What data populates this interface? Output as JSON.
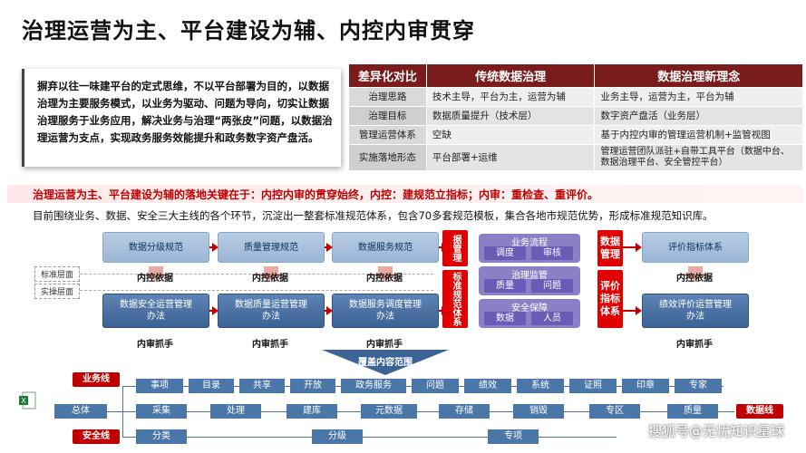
{
  "title": "治理运营为主、平台建设为辅、内控内审贯穿",
  "intro": "摒弃以往一味建平台的定式思维，不以平台部署为目的，以数据治理为主要服务模式，以业务为驱动、问题为导向，切实让数据治理服务于业务应用，解决业务与治理“两张皮”问题，以数据治理运营为支点，实现政务服务效能提升和政务数字资产盘活。",
  "table": {
    "headers": [
      "差异化对比",
      "传统数据治理",
      "数据治理新理念"
    ],
    "rows": [
      [
        "治理思路",
        "技术主导，平台为主，运营为辅",
        "业务主导，运营为主，平台为辅"
      ],
      [
        "治理目标",
        "数据质量提升（技术层）",
        "数字资产盘活（业务层）"
      ],
      [
        "管理运营体系",
        "空缺",
        "基于内控内审的管理运营机制+监管视图"
      ],
      [
        "实施落地形态",
        "平台部署+运维",
        "管理运营团队派驻+自带工具平台（数据中台、数据治理平台、安全管控平台）"
      ]
    ]
  },
  "key_line": "治理运营为主、平台建设为辅的落地关键在于：内控内审的贯穿始终，内控：建规范立指标；内审：重检查、重评价。",
  "summary": "目前围绕业务、数据、安全三大主线的各个环节，沉淀出一整套标准规范体系，包含70多套规范模板，集合各地市规范优势，形成标准规范知识库。",
  "flow": {
    "layer_std": "标准层面",
    "layer_ops": "实操层面",
    "top_boxes": [
      "数据分级规范",
      "质量管理规范",
      "数据服务规范",
      "评价指标体系"
    ],
    "bottom_boxes": [
      "数据安全运营管理办法",
      "数据质量运营管理办法",
      "数据服务调度管理办法",
      "绩效评价运营管理办法"
    ],
    "inner_basis": "内控依据",
    "inner_audit": "内审抓手",
    "red_left_top": "据管理",
    "red_left_bottom": "标准规范体系",
    "red_right_top": "数据管理",
    "red_right_bottom": "评价指标体系",
    "groups": [
      {
        "title": "业务流程",
        "items": [
          "调度",
          "审核"
        ]
      },
      {
        "title": "治理监管",
        "items": [
          "质量",
          "问题"
        ]
      },
      {
        "title": "安全保障",
        "items": [
          "数据",
          "人员"
        ]
      }
    ]
  },
  "scope": {
    "cover": "覆盖内容范围",
    "line_business": "业务线",
    "line_security": "安全线",
    "line_data": "数据线",
    "root": "总体",
    "business_items": [
      "事项",
      "目录",
      "共享",
      "开放",
      "政务服务",
      "问题",
      "绩效",
      "系统",
      "证照",
      "印章",
      "专家"
    ],
    "data_items": [
      "采集",
      "处理",
      "建库",
      "元数据",
      "存储",
      "销毁",
      "专区",
      "质量"
    ],
    "security_items": [
      "分类",
      "分级",
      "专项"
    ]
  },
  "watermark": "搜狐号@无忧知识星球",
  "colors": {
    "accent_red": "#c00000",
    "header_red": "#7a1c1c",
    "box_blue": "#4a76a8",
    "purple": "#8d7fc5"
  }
}
